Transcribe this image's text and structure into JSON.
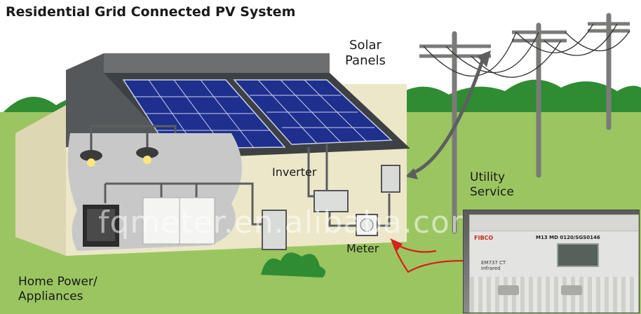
{
  "title": "Residential Grid Connected PV System",
  "labels": {
    "solar_panels": [
      "Solar",
      "Panels"
    ],
    "inverter": "Inverter",
    "utility_service": [
      "Utility",
      "Service"
    ],
    "meter": "Meter",
    "home": [
      "Home Power/",
      "Appliances"
    ]
  },
  "watermark": "fqmeter.en.alibaba.com",
  "meter_photo": {
    "brand": "FIBCO",
    "model": "MD 0120/SGS0146",
    "mark": "M13",
    "model_no": "EM737 CT",
    "infrared": "Infrared"
  },
  "colors": {
    "sky": "#ffffff",
    "grass": "#9bc561",
    "trees": "#2f8c33",
    "panel": "#1f2f8e",
    "wall": "#ece7c9",
    "roof_edge": "#4b4d4f",
    "arrow": "#d8201a"
  }
}
